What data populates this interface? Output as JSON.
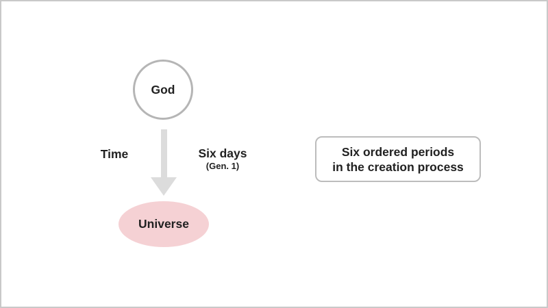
{
  "colors": {
    "slide_bg": "#ffffff",
    "slide_border": "#c9c9c9",
    "circle_border": "#b5b5b5",
    "arrow": "#dcdcdc",
    "ellipse_fill": "#f5d1d4",
    "box_border": "#bcbcbc",
    "text": "#212121"
  },
  "diagram": {
    "god_node": {
      "label": "God"
    },
    "time_label": "Time",
    "duration": {
      "label": "Six days",
      "reference": "(Gen. 1)"
    },
    "universe_node": {
      "label": "Universe"
    },
    "info_box": {
      "line1": "Six ordered periods",
      "line2": "in the creation process"
    }
  }
}
